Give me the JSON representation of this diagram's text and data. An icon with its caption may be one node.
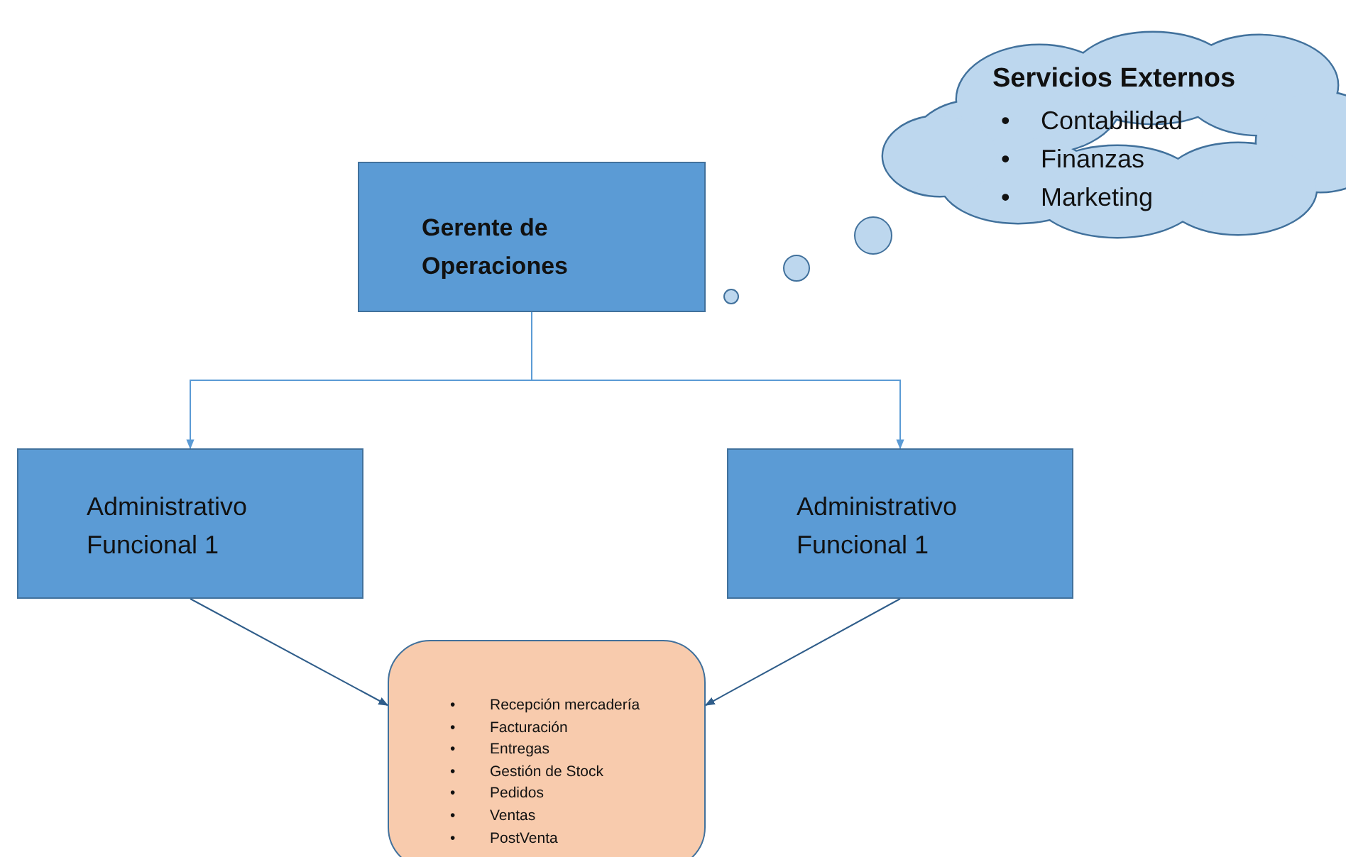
{
  "diagram": {
    "nodes": [
      {
        "text": [
          "Gerente de Operaciones"
        ]
      },
      {
        "text": [
          "Administrativo Funcional 1"
        ]
      },
      {
        "text": [
          "Administrativo Funcional 1"
        ]
      },
      {
        "text": [
          "Recepción mercadería",
          "Facturación",
          "Entregas",
          "Gestión de Stock",
          "Pedidos",
          "Ventas",
          "PostVenta"
        ]
      },
      {
        "text": [
          "Servicios Externos",
          "Contabilidad",
          "Finanzas",
          "Marketing"
        ]
      }
    ],
    "edges": [
      {
        "from": 0,
        "to": 1,
        "arrow": "to"
      },
      {
        "from": 0,
        "to": 2,
        "arrow": "to"
      },
      {
        "from": 1,
        "to": 3,
        "arrow": "to",
        "color": "#2f5d8a"
      },
      {
        "from": 2,
        "to": 3,
        "arrow": "to",
        "color": "#2f5d8a"
      }
    ],
    "labels": [
      "•",
      "•",
      "•",
      "•",
      "•",
      "•",
      "•",
      "•",
      "•",
      "•"
    ]
  }
}
